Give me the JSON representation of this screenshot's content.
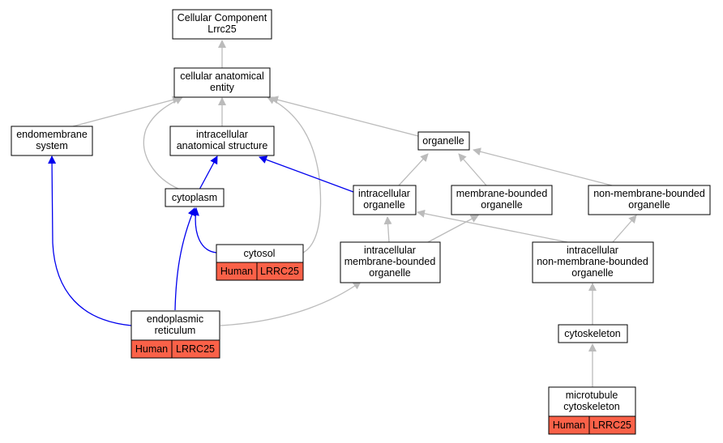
{
  "title_node": {
    "line1": "Cellular Component",
    "line2": "Lrrc25"
  },
  "nodes": {
    "cellular_anatomical_entity": [
      "cellular anatomical",
      "entity"
    ],
    "endomembrane_system": [
      "endomembrane",
      "system"
    ],
    "intracellular_anatomical_structure": [
      "intracellular",
      "anatomical structure"
    ],
    "organelle": [
      "organelle"
    ],
    "cytoplasm": [
      "cytoplasm"
    ],
    "intracellular_organelle": [
      "intracellular",
      "organelle"
    ],
    "membrane_bounded_organelle": [
      "membrane-bounded",
      "organelle"
    ],
    "non_membrane_bounded_organelle": [
      "non-membrane-bounded",
      "organelle"
    ],
    "cytosol": [
      "cytosol"
    ],
    "intracellular_membrane_bounded_organelle": [
      "intracellular",
      "membrane-bounded",
      "organelle"
    ],
    "intracellular_non_membrane_bounded_organelle": [
      "intracellular",
      "non-membrane-bounded",
      "organelle"
    ],
    "endoplasmic_reticulum": [
      "endoplasmic",
      "reticulum"
    ],
    "cytoskeleton": [
      "cytoskeleton"
    ],
    "microtubule_cytoskeleton": [
      "microtubule",
      "cytoskeleton"
    ]
  },
  "annotations": {
    "cytosol": {
      "species": "Human",
      "gene": "LRRC25"
    },
    "endoplasmic_reticulum": {
      "species": "Human",
      "gene": "LRRC25"
    },
    "microtubule_cytoskeleton": {
      "species": "Human",
      "gene": "LRRC25"
    }
  },
  "colors": {
    "annotation_fill": "#fa6148",
    "edge_gray": "#bbbbbb",
    "edge_blue": "#0000ee",
    "node_border": "#000000"
  }
}
